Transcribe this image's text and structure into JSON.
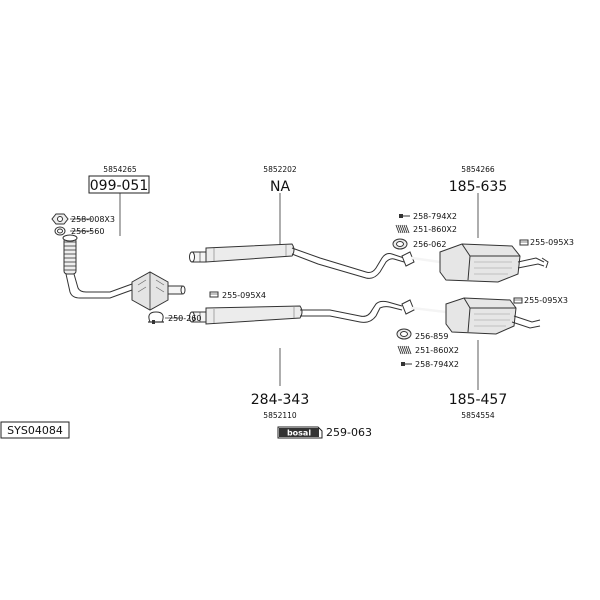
{
  "diagram_id": "SYS04084",
  "brand": "bosal",
  "parts": {
    "front_pipe": {
      "ref": "5854265",
      "number": "099-051"
    },
    "mid_pipe_top": {
      "ref": "5852202",
      "number": "NA"
    },
    "rear_silencer_top": {
      "ref": "5854266",
      "number": "185-635"
    },
    "mid_pipe_bottom": {
      "ref": "5852110",
      "number": "284-343"
    },
    "rear_silencer_bottom": {
      "ref": "5854554",
      "number": "185-457"
    },
    "bosal_kit": {
      "number": "259-063"
    }
  },
  "fittings": {
    "nut_front": "258-008X3",
    "ring_front": "256-560",
    "clamp_front": "250-260",
    "clamp_mid_top": "255-095X4",
    "clamp_rear_top": "255-095X3",
    "clamp_rear_bottom": "255-095X3",
    "bolt_top": "258-794X2",
    "spring_top": "251-860X2",
    "gasket_top": "256-062",
    "gasket_bottom": "256-859",
    "spring_bottom": "251-860X2",
    "bolt_bottom": "258-794X2"
  }
}
